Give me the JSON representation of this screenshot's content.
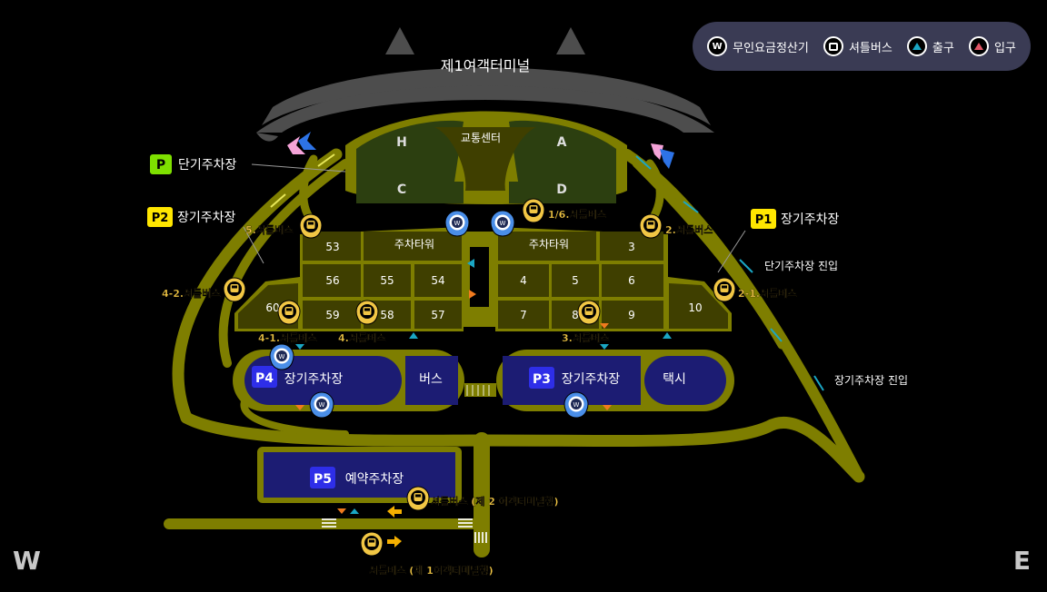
{
  "terminal_name": "제1여객터미널",
  "legend": {
    "unmanned_payment": "무인요금정산기",
    "shuttle_bus": "셔틀버스",
    "exit": "출구",
    "entrance": "입구",
    "colors": {
      "exit": "#1aa6c4",
      "entrance": "#e05566"
    }
  },
  "transport_center": {
    "label": "교통센터",
    "zones": [
      "H",
      "A",
      "C",
      "D"
    ]
  },
  "short_term": {
    "badge": "P",
    "label": "단기주차장",
    "badge_color": "#7ee000"
  },
  "p1": {
    "badge": "P1",
    "label": "장기주차장",
    "badge_color": "#ffe600"
  },
  "p2": {
    "badge": "P2",
    "label": "장기주차장",
    "badge_color": "#ffe600"
  },
  "p3": {
    "badge": "P3",
    "label": "장기주차장",
    "side": "택시"
  },
  "p4": {
    "badge": "P4",
    "label": "장기주차장",
    "side": "버스"
  },
  "p5": {
    "badge": "P5",
    "label": "예약주차장"
  },
  "zones": {
    "z53": "53",
    "tower_left": "주차타워",
    "tower_right": "주차타워",
    "z3": "3",
    "z56": "56",
    "z55": "55",
    "z54": "54",
    "z4": "4",
    "z5": "5",
    "z6": "6",
    "z60": "60",
    "z59": "59",
    "z58": "58",
    "z57": "57",
    "z7": "7",
    "z8": "8",
    "z9": "9",
    "z10": "10"
  },
  "shuttle_stops": {
    "s5": "5.셔틀버스",
    "s16": "1/6.셔틀버스",
    "s2": "2.셔틀버스",
    "s42": "4-2.셔틀버스",
    "s21": "2-1.셔틀버스",
    "s41": "4-1.셔틀버스",
    "s4": "4.셔틀버스",
    "s3": "3.셔틀버스",
    "t2": "셔틀버스 (제 2 여객터미널행)",
    "t1": "셔틀버스 (제 1여객터미널행)"
  },
  "entries": {
    "short_entry": "단기주차장 진입",
    "long_entry": "장기주차장 진입"
  },
  "compass": {
    "west": "W",
    "east": "E"
  },
  "colors": {
    "road": "#7e7e00",
    "lot": "#1c1c73",
    "block": "#3f3f00",
    "accent_pin": "#f1c644",
    "pin_blue": "#4a8ee8"
  }
}
